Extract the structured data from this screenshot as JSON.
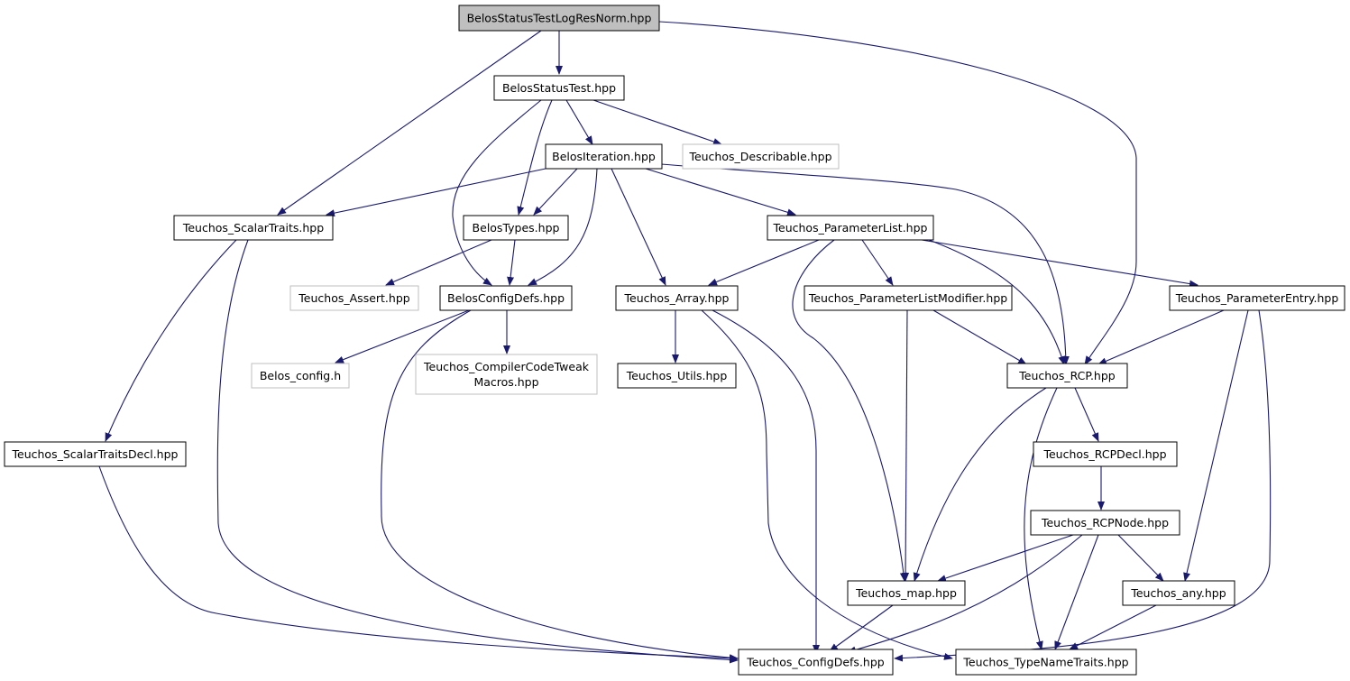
{
  "colors": {
    "edge": "#191970",
    "node_border": "#000000",
    "node_border_external": "#bfbfbf",
    "root_fill": "#bfbfbf",
    "node_fill": "#ffffff",
    "text": "#000000"
  },
  "nodes": {
    "root": {
      "label": "BelosStatusTestLogResNorm.hpp",
      "kind": "root"
    },
    "statustest": {
      "label": "BelosStatusTest.hpp",
      "kind": "normal"
    },
    "describable": {
      "label": "Teuchos_Describable.hpp",
      "kind": "external"
    },
    "iteration": {
      "label": "BelosIteration.hpp",
      "kind": "normal"
    },
    "scalartraits": {
      "label": "Teuchos_ScalarTraits.hpp",
      "kind": "normal"
    },
    "belostypes": {
      "label": "BelosTypes.hpp",
      "kind": "normal"
    },
    "paramlist": {
      "label": "Teuchos_ParameterList.hpp",
      "kind": "normal"
    },
    "assert": {
      "label": "Teuchos_Assert.hpp",
      "kind": "external"
    },
    "configdefs_b": {
      "label": "BelosConfigDefs.hpp",
      "kind": "normal"
    },
    "array": {
      "label": "Teuchos_Array.hpp",
      "kind": "normal"
    },
    "plmodifier": {
      "label": "Teuchos_ParameterListModifier.hpp",
      "kind": "normal"
    },
    "paramentry": {
      "label": "Teuchos_ParameterEntry.hpp",
      "kind": "normal"
    },
    "belosconfig": {
      "label": "Belos_config.h",
      "kind": "external"
    },
    "compiler1": {
      "label": "Teuchos_CompilerCodeTweak",
      "kind": "external"
    },
    "compiler2": {
      "label": "Macros.hpp",
      "kind": "external"
    },
    "utils": {
      "label": "Teuchos_Utils.hpp",
      "kind": "normal"
    },
    "rcp": {
      "label": "Teuchos_RCP.hpp",
      "kind": "normal"
    },
    "stdecl": {
      "label": "Teuchos_ScalarTraitsDecl.hpp",
      "kind": "normal"
    },
    "rcpdecl": {
      "label": "Teuchos_RCPDecl.hpp",
      "kind": "normal"
    },
    "rcpnode": {
      "label": "Teuchos_RCPNode.hpp",
      "kind": "normal"
    },
    "map": {
      "label": "Teuchos_map.hpp",
      "kind": "normal"
    },
    "any": {
      "label": "Teuchos_any.hpp",
      "kind": "normal"
    },
    "tconfigdefs": {
      "label": "Teuchos_ConfigDefs.hpp",
      "kind": "normal"
    },
    "typename": {
      "label": "Teuchos_TypeNameTraits.hpp",
      "kind": "normal"
    }
  },
  "edges": [
    [
      "root",
      "statustest"
    ],
    [
      "root",
      "scalartraits"
    ],
    [
      "root",
      "rcp"
    ],
    [
      "statustest",
      "iteration"
    ],
    [
      "statustest",
      "describable"
    ],
    [
      "statustest",
      "belostypes"
    ],
    [
      "statustest",
      "configdefs_b"
    ],
    [
      "iteration",
      "scalartraits"
    ],
    [
      "iteration",
      "belostypes"
    ],
    [
      "iteration",
      "configdefs_b"
    ],
    [
      "iteration",
      "array"
    ],
    [
      "iteration",
      "paramlist"
    ],
    [
      "iteration",
      "rcp"
    ],
    [
      "scalartraits",
      "stdecl"
    ],
    [
      "scalartraits",
      "tconfigdefs"
    ],
    [
      "belostypes",
      "assert"
    ],
    [
      "belostypes",
      "configdefs_b"
    ],
    [
      "configdefs_b",
      "belosconfig"
    ],
    [
      "configdefs_b",
      "compiler"
    ],
    [
      "configdefs_b",
      "tconfigdefs"
    ],
    [
      "paramlist",
      "array"
    ],
    [
      "paramlist",
      "plmodifier"
    ],
    [
      "paramlist",
      "paramentry"
    ],
    [
      "paramlist",
      "rcp"
    ],
    [
      "paramlist",
      "map"
    ],
    [
      "array",
      "utils"
    ],
    [
      "array",
      "tconfigdefs"
    ],
    [
      "array",
      "typename"
    ],
    [
      "plmodifier",
      "rcp"
    ],
    [
      "plmodifier",
      "map"
    ],
    [
      "paramentry",
      "rcp"
    ],
    [
      "paramentry",
      "any"
    ],
    [
      "paramentry",
      "tconfigdefs"
    ],
    [
      "rcp",
      "rcpdecl"
    ],
    [
      "rcp",
      "map"
    ],
    [
      "rcp",
      "typename"
    ],
    [
      "stdecl",
      "tconfigdefs"
    ],
    [
      "rcpdecl",
      "rcpnode"
    ],
    [
      "rcpnode",
      "map"
    ],
    [
      "rcpnode",
      "any"
    ],
    [
      "rcpnode",
      "tconfigdefs"
    ],
    [
      "rcpnode",
      "typename"
    ],
    [
      "map",
      "tconfigdefs"
    ],
    [
      "any",
      "typename"
    ]
  ]
}
